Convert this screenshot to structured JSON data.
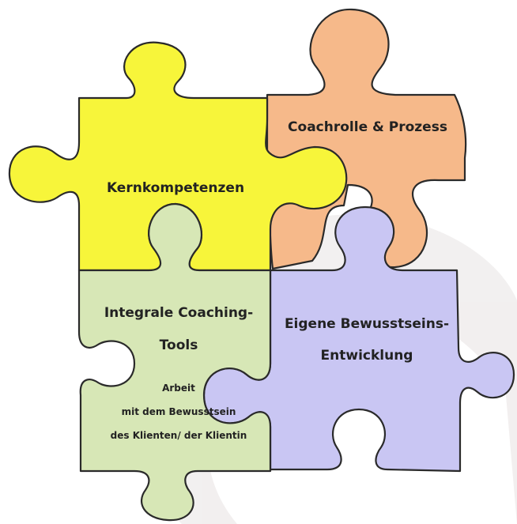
{
  "pieces": {
    "kern": {
      "label": "Kernkompetenzen",
      "color": "#f7f53a"
    },
    "coach": {
      "label": "Coachrolle & Prozess",
      "color": "#f6b98a"
    },
    "tools": {
      "line1": "Integrale Coaching-",
      "line2": "Tools",
      "sub1": "Arbeit",
      "sub2": "mit dem Bewusstsein",
      "sub3": "des Klienten/ der Klientin",
      "color": "#d7e7b6"
    },
    "eigene": {
      "line1": "Eigene Bewusstseins-",
      "line2": "Entwicklung",
      "color": "#c9c6f3"
    }
  },
  "background": {
    "watermark_color": "#f1eeee"
  }
}
